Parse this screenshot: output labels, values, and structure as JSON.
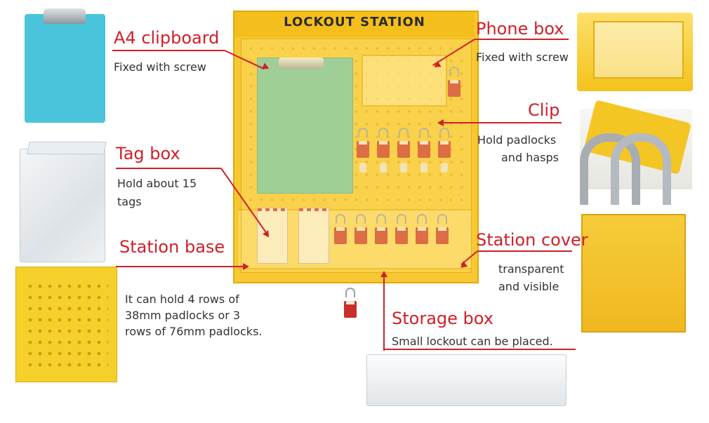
{
  "station": {
    "title": "LOCKOUT STATION"
  },
  "callouts": {
    "clipboard": {
      "title": "A4 clipboard",
      "text": "Fixed with screw"
    },
    "tag_box": {
      "title": "Tag box",
      "line1": "Hold about 15",
      "line2": "tags"
    },
    "station_base": {
      "title": "Station base",
      "line1": "It can hold 4 rows of",
      "line2": "38mm padlocks or 3",
      "line3": "rows of 76mm padlocks."
    },
    "phone_box": {
      "title": "Phone box",
      "text": "Fixed with screw"
    },
    "clip": {
      "title": "Clip",
      "line1": "Hold padlocks",
      "line2": "and hasps"
    },
    "station_cover": {
      "title": "Station cover",
      "line1": "transparent",
      "line2": "and visible"
    },
    "storage_box": {
      "title": "Storage box",
      "text": "Small lockout can be placed."
    }
  },
  "colors": {
    "accent_red": "#d0202a",
    "station_yellow": "#f7c832",
    "padlock_red": "#c92f28",
    "clipboard_blue": "#49c4da",
    "clipboard_green": "#6dc4a8"
  }
}
